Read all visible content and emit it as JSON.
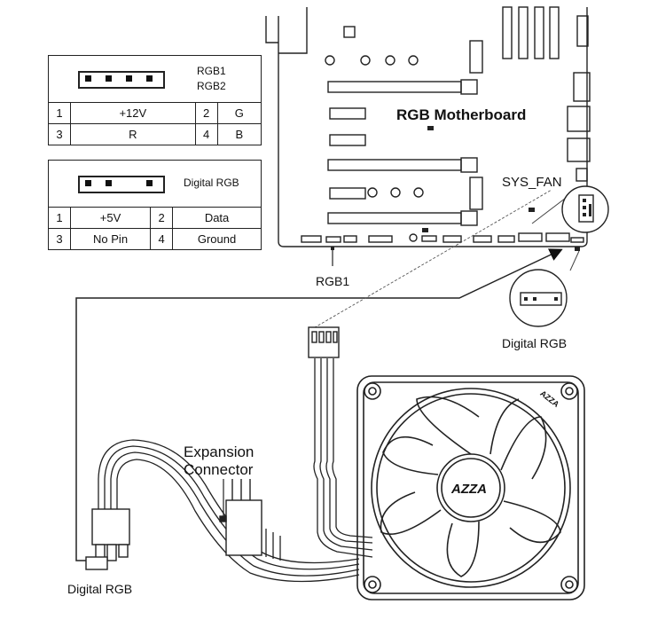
{
  "tables": {
    "rgb": {
      "names": [
        "RGB1",
        "RGB2"
      ],
      "rows": [
        [
          "1",
          "+12V",
          "2",
          "G"
        ],
        [
          "3",
          "R",
          "4",
          "B"
        ]
      ]
    },
    "digital": {
      "name": "Digital RGB",
      "rows": [
        [
          "1",
          "+5V",
          "2",
          "Data"
        ],
        [
          "3",
          "No Pin",
          "4",
          "Ground"
        ]
      ]
    }
  },
  "labels": {
    "motherboard": "RGB Motherboard",
    "sys_fan": "SYS_FAN",
    "rgb1": "RGB1",
    "digital_rgb_callout": "Digital RGB",
    "expansion_line1": "Expansion",
    "expansion_line2": "Connector",
    "digital_rgb_plug": "Digital RGB",
    "fan_logo": "AZZA",
    "fan_corner_logo": "AZZA"
  }
}
